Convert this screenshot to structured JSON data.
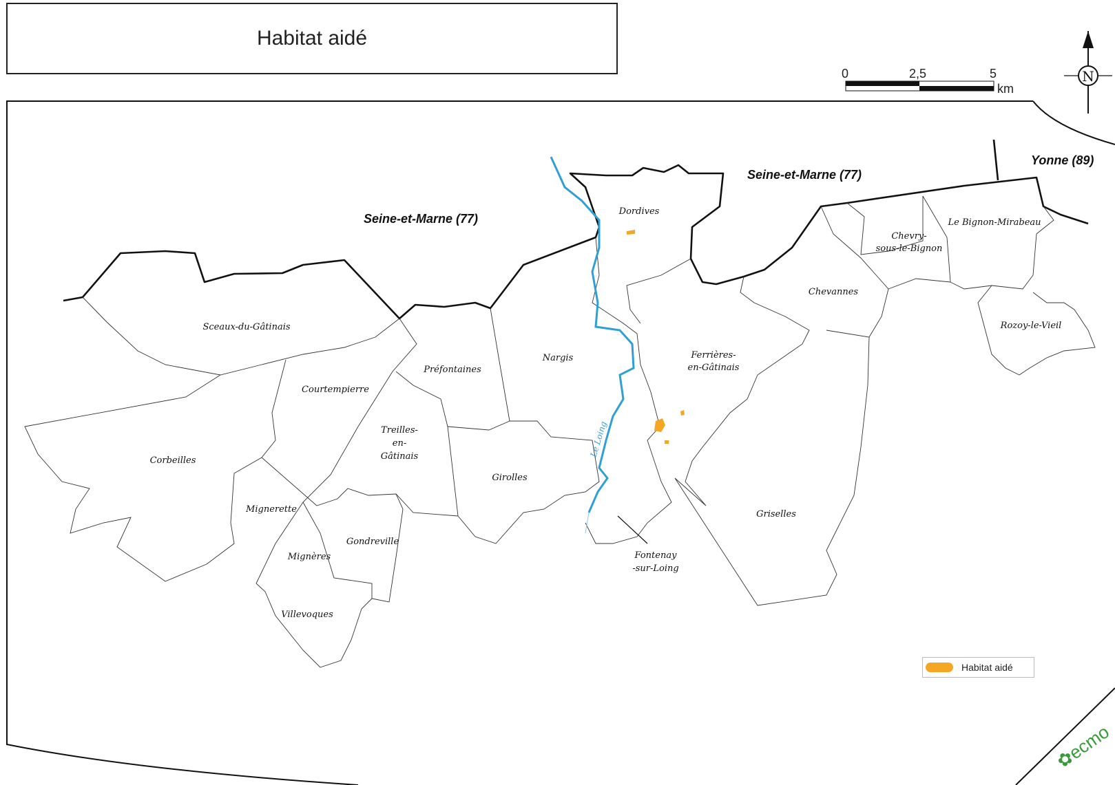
{
  "title": "Habitat aidé",
  "scale_bar": {
    "ticks": [
      "0",
      "2,5",
      "5"
    ],
    "unit": "km"
  },
  "north_label": "N",
  "departments": {
    "seine_et_marne_west": "Seine-et-Marne (77)",
    "seine_et_marne_east": "Seine-et-Marne (77)",
    "yonne": "Yonne (89)"
  },
  "communes": {
    "dordives": "Dordives",
    "sceaux": "Sceaux-du-Gâtinais",
    "chevry_1": "Chevry-",
    "chevry_2": "sous-le-Bignon",
    "bignon": "Le Bignon-Mirabeau",
    "chevannes": "Chevannes",
    "rozoy": "Rozoy-le-Vieil",
    "nargis": "Nargis",
    "prefontaines": "Préfontaines",
    "ferrieres_1": "Ferrières-",
    "ferrieres_2": "en-Gâtinais",
    "courtempierre": "Courtempierre",
    "treilles_1": "Treilles-",
    "treilles_2": "en-",
    "treilles_3": "Gâtinais",
    "corbeilles": "Corbeilles",
    "girolles": "Girolles",
    "mignerette": "Mignerette",
    "griselles": "Griselles",
    "gondreville": "Gondreville",
    "migneres": "Mignères",
    "fontenay_1": "Fontenay",
    "fontenay_2": "-sur-Loing",
    "villevoques": "Villevoques"
  },
  "river_label": "Le Loing",
  "legend": {
    "habitat_aide": "Habitat aidé"
  },
  "logo": "ecmo",
  "colors": {
    "habitat": "#f5a623",
    "river": "#2f9fd6",
    "logo": "#3a9a3a"
  }
}
